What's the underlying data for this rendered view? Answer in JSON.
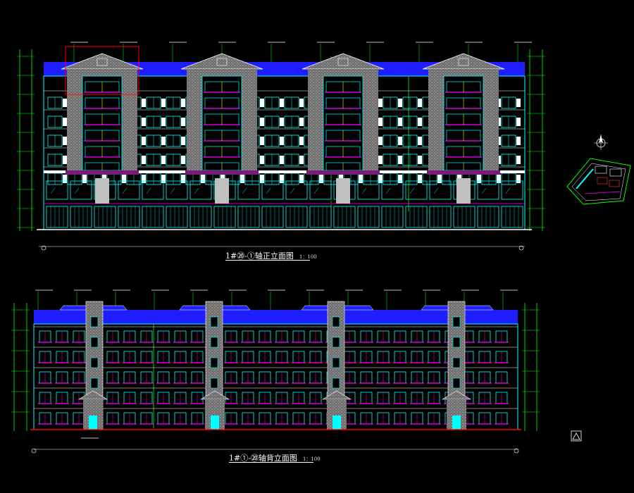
{
  "drawings": {
    "front": {
      "title": "1#⑳-①轴正立面图",
      "scale": "1：100"
    },
    "back": {
      "title": "1#①-⑳轴背立面图",
      "scale": "1：100"
    }
  },
  "colors": {
    "background": "#000000",
    "facade_outline": "#00ffff",
    "roof": "#1e1eff",
    "cladding": "#a0a0a0",
    "railing": "#ff00ff",
    "dimension": "#00ff00",
    "section_line": "#ff0000",
    "text": "#ffffff"
  },
  "icons": [
    "north-arrow-icon",
    "site-plan-icon",
    "section-marker-icon"
  ]
}
